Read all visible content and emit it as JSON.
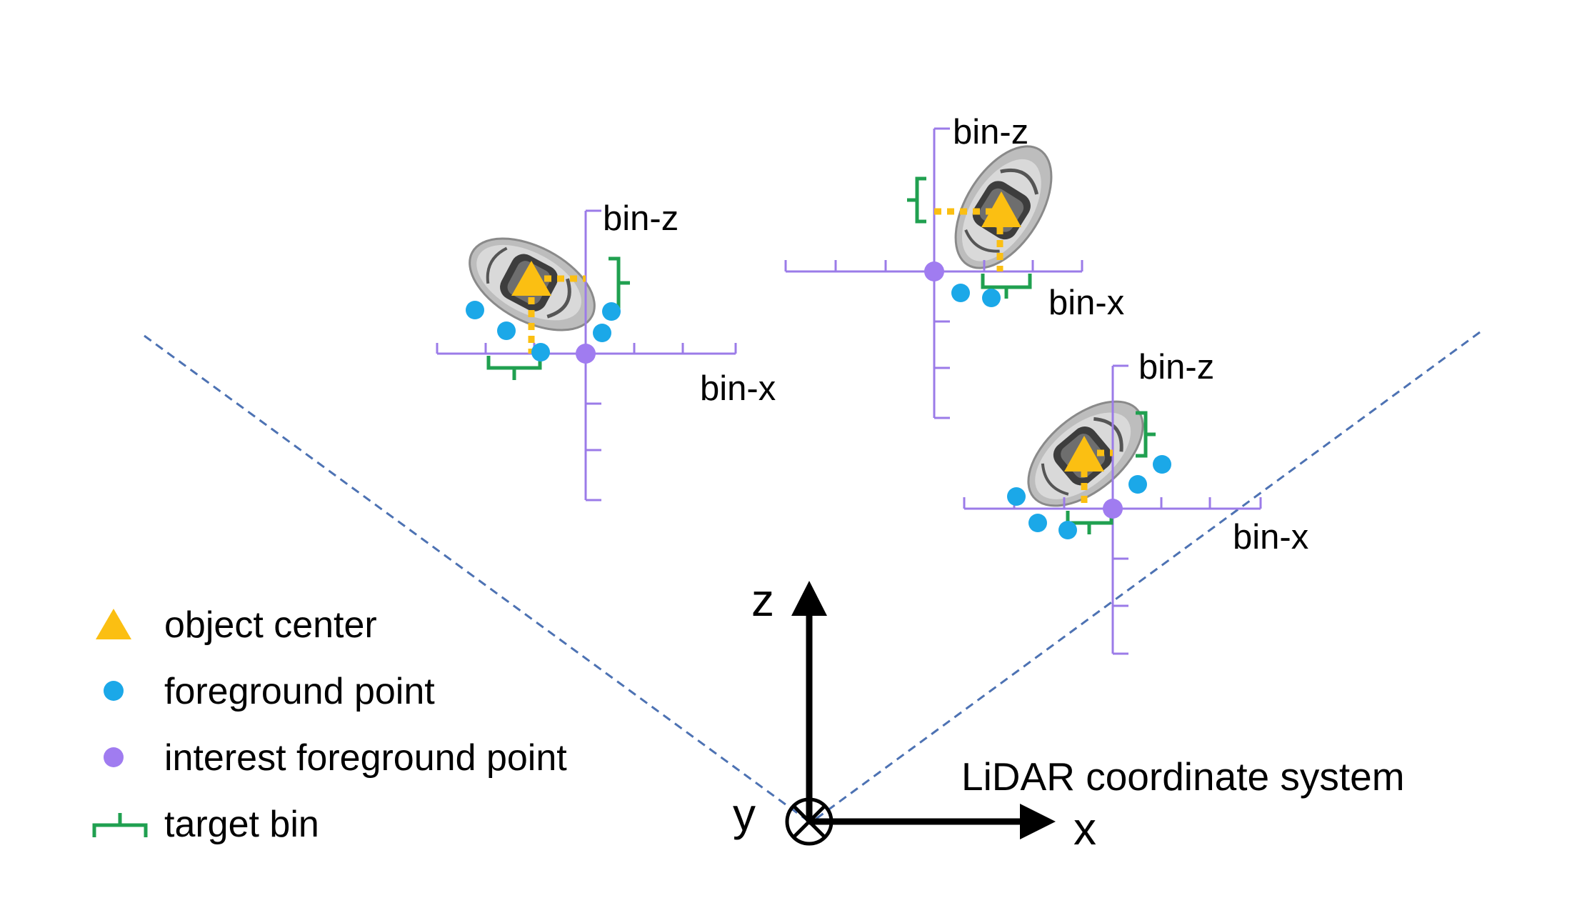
{
  "colors": {
    "bin_axis": "#9b7be8",
    "interest_point": "#a07cf0",
    "foreground_point": "#1ba8e8",
    "object_center": "#fbbf12",
    "target_bin": "#20a050",
    "fov_line": "#4d72b3",
    "car_body": "#c9c9c9"
  },
  "objects": [
    {
      "bin_z_label": "bin-z",
      "bin_x_label": "bin-x"
    },
    {
      "bin_z_label": "bin-z",
      "bin_x_label": "bin-x"
    },
    {
      "bin_z_label": "bin-z",
      "bin_x_label": "bin-x"
    }
  ],
  "legend": [
    {
      "icon": "triangle-icon",
      "label": "object center"
    },
    {
      "icon": "blue-dot-icon",
      "label": "foreground point"
    },
    {
      "icon": "purple-dot-icon",
      "label": "interest foreground point"
    },
    {
      "icon": "bracket-icon",
      "label": "target bin"
    }
  ],
  "coordinate_system": {
    "title": "LiDAR coordinate system",
    "x_label": "x",
    "y_label": "y",
    "z_label": "z"
  }
}
